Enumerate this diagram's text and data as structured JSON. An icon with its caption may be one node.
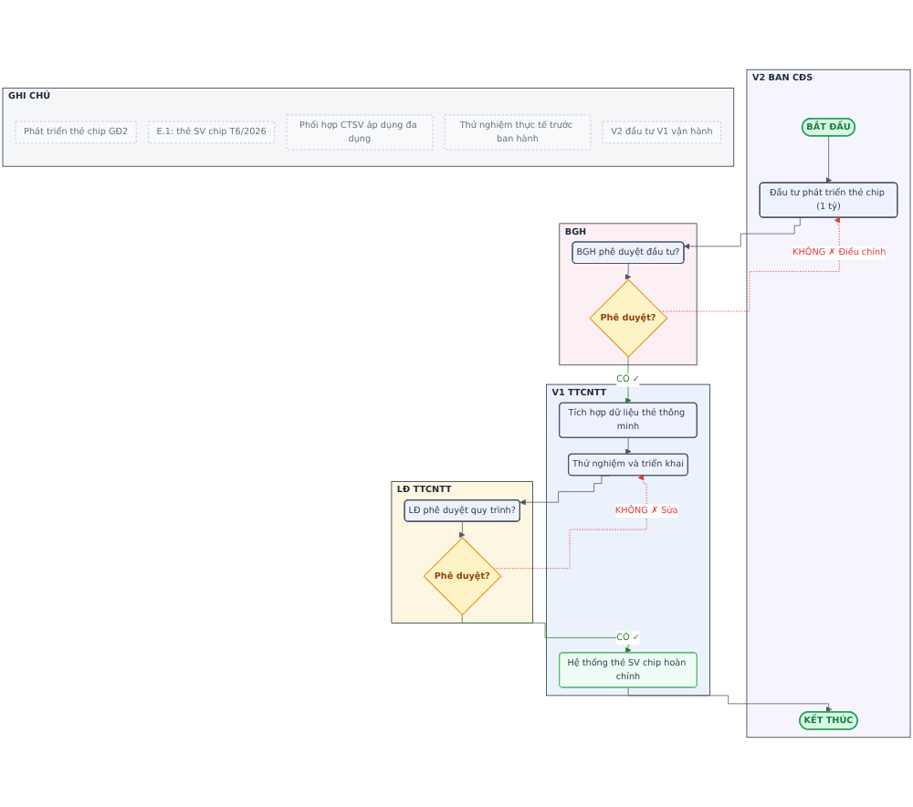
{
  "diagram": {
    "nodes": [
      {
        "text": [
          "V2 BAN CĐS"
        ]
      },
      {
        "text": [
          "BẮT ĐẦU"
        ],
        "in": 0
      },
      {
        "text": [
          "Đầu tư phát triển thẻ chip (1 tỷ)"
        ],
        "in": 0
      },
      {
        "text": [
          "KẾT THÚC"
        ],
        "in": 0
      },
      {
        "text": [
          "BGH"
        ]
      },
      {
        "text": [
          "BGH phê duyệt đầu tư?"
        ],
        "in": 4
      },
      {
        "text": [
          "Phê duyệt?"
        ],
        "in": 4
      },
      {
        "text": [
          "V1 TTCNTT"
        ]
      },
      {
        "text": [
          "Tích hợp dữ liệu thẻ thông minh"
        ],
        "in": 7
      },
      {
        "text": [
          "Thử nghiệm và triển khai"
        ],
        "in": 7
      },
      {
        "text": [
          "Hệ thống thẻ SV chip hoàn chỉnh"
        ],
        "in": 7
      },
      {
        "text": [
          "LĐ TTCNTT"
        ]
      },
      {
        "text": [
          "LĐ phê duyệt quy trình?"
        ],
        "in": 11
      },
      {
        "text": [
          "Phê duyệt?"
        ],
        "in": 11
      },
      {
        "text": [
          "GHI CHÚ"
        ]
      },
      {
        "text": [
          "Phát triển thẻ chip GĐ2"
        ],
        "in": 14
      },
      {
        "text": [
          "E.1: thẻ SV chip T6/2026"
        ],
        "in": 14
      },
      {
        "text": [
          "Phối hợp CTSV áp dụng đa dụng"
        ],
        "in": 14
      },
      {
        "text": [
          "Thử nghiệm thực tế trước ban hành"
        ],
        "in": 14
      },
      {
        "text": [
          "V2 đầu tư V1 vận hành"
        ],
        "in": 14
      }
    ],
    "edges": [
      {
        "from": 1,
        "to": 2,
        "arrow": "to"
      },
      {
        "from": 2,
        "to": 5,
        "arrow": "to"
      },
      {
        "from": 5,
        "to": 6,
        "arrow": "to"
      },
      {
        "from": 6,
        "to": 8,
        "arrow": "to",
        "label": "CÓ ✓",
        "color": "#2e7d32"
      },
      {
        "from": 6,
        "to": 2,
        "arrow": "to",
        "label": "KHÔNG ✗ Điều chỉnh",
        "style": "dashed",
        "color": "#e53935"
      },
      {
        "from": 8,
        "to": 9,
        "arrow": "to"
      },
      {
        "from": 9,
        "to": 12,
        "arrow": "to"
      },
      {
        "from": 12,
        "to": 13,
        "arrow": "to"
      },
      {
        "from": 13,
        "to": 10,
        "arrow": "to",
        "label": "CÓ ✓",
        "color": "#2e7d32"
      },
      {
        "from": 13,
        "to": 9,
        "arrow": "to",
        "label": "KHÔNG ✗ Sửa",
        "style": "dashed",
        "color": "#e53935"
      },
      {
        "from": 10,
        "to": 3,
        "arrow": "to"
      }
    ]
  }
}
